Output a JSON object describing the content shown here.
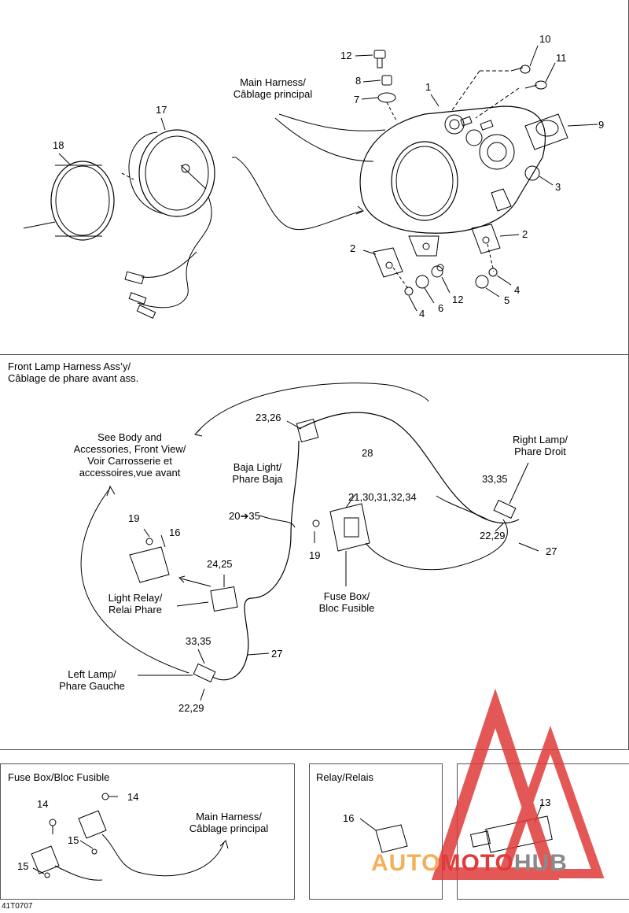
{
  "top": {
    "callouts": {
      "n1": "1",
      "n2a": "2",
      "n2b": "2",
      "n3": "3",
      "n4a": "4",
      "n4b": "4",
      "n5": "5",
      "n6": "6",
      "n7": "7",
      "n8": "8",
      "n9": "9",
      "n10": "10",
      "n11": "11",
      "n12a": "12",
      "n12b": "12",
      "n17": "17",
      "n18": "18"
    },
    "main_harness_1": "Main Harness/",
    "main_harness_2": "Câblage principal"
  },
  "middle": {
    "title_1": "Front Lamp Harness Ass’y/",
    "title_2": "Câblage de phare avant ass.",
    "see_body_1": "See Body and",
    "see_body_2": "Accessories, Front View/",
    "see_body_3": "Voir Carrosserie et",
    "see_body_4": "accessoires,vue avant",
    "baja_1": "Baja Light/",
    "baja_2": "Phare Baja",
    "right_lamp_1": "Right Lamp/",
    "right_lamp_2": "Phare Droit",
    "light_relay_1": "Light Relay/",
    "light_relay_2": "Relai Phare",
    "fuse_box_1": "Fuse Box/",
    "fuse_box_2": "Bloc Fusible",
    "left_lamp_1": "Left Lamp/",
    "left_lamp_2": "Phare Gauche",
    "callouts": {
      "n23_26": "23,26",
      "n28": "28",
      "n20_35": "20➔35",
      "n21_34": "21,30,31,32,34",
      "n33_35a": "33,35",
      "n22_29a": "22,29",
      "n27a": "27",
      "n19a": "19",
      "n16": "16",
      "n19b": "19",
      "n24_25": "24,25",
      "n33_35b": "33,35",
      "n27b": "27",
      "n22_29b": "22,29"
    }
  },
  "fuse_panel": {
    "title": "Fuse Box/Bloc Fusible",
    "main_harness_1": "Main Harness/",
    "main_harness_2": "Câblage principal",
    "callouts": {
      "n14a": "14",
      "n14b": "14",
      "n15a": "15",
      "n15b": "15"
    }
  },
  "relay_panel": {
    "title": "Relay/Relais",
    "callouts": {
      "n16": "16"
    }
  },
  "grease_panel": {
    "callouts": {
      "n13": "13"
    }
  },
  "figure_code": "41T0707",
  "watermark": {
    "part1": "AUTO",
    "part2": "MOTO",
    "part3": "HUB"
  },
  "colors": {
    "watermark_red": "#e03a3a",
    "watermark_orange": "#f2b05a",
    "watermark_gray": "#8a8a8a"
  }
}
